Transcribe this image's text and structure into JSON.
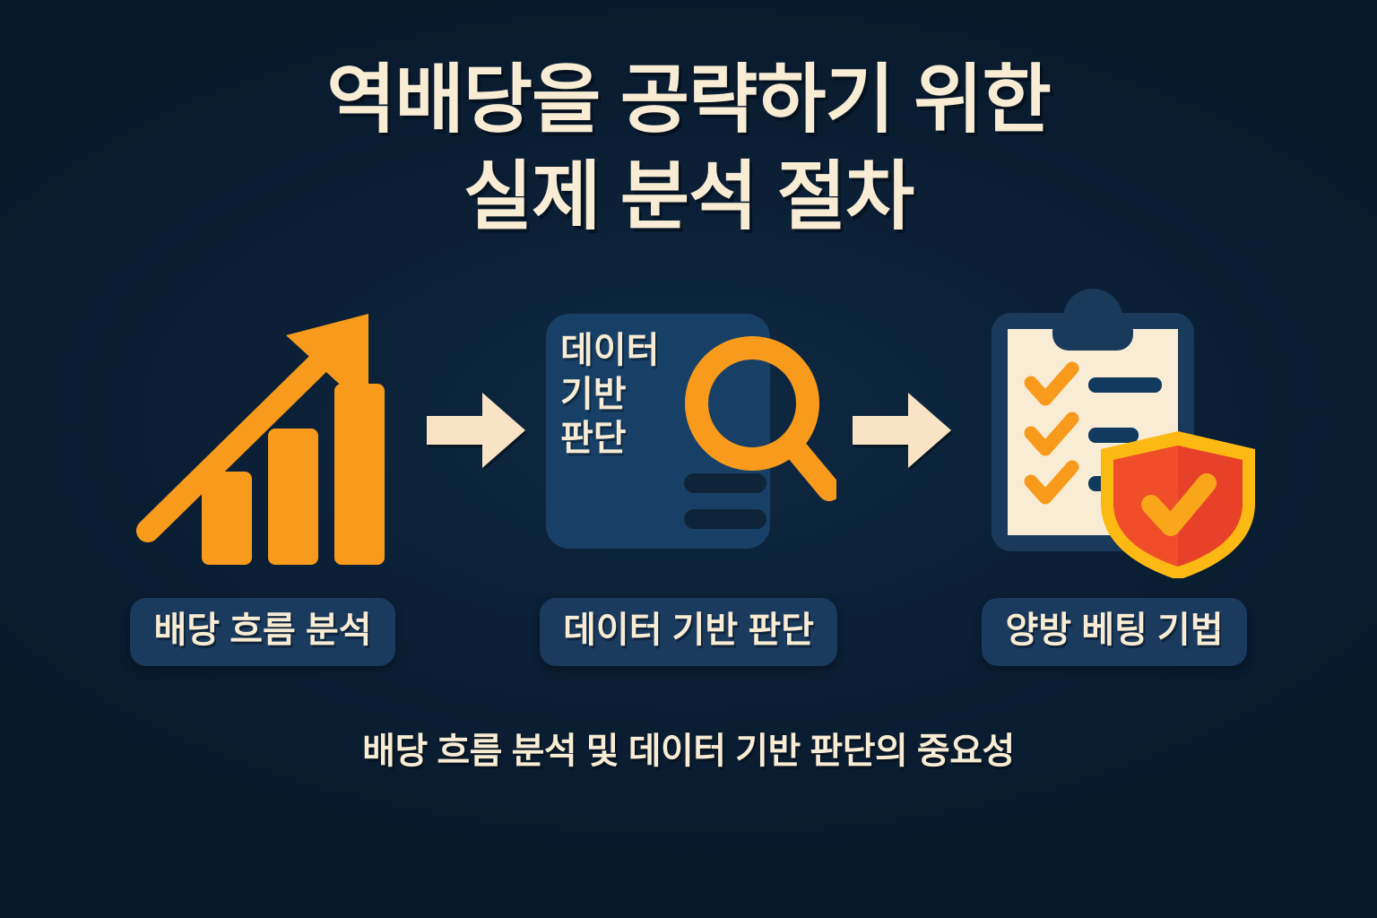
{
  "page": {
    "background_color": "#0a1c30",
    "accent_orange": "#f89b1c",
    "cream": "#f8ecd4",
    "panel_blue": "#1a3a5e",
    "shield_red": "#e8412a",
    "shield_gold": "#fdb913"
  },
  "title": {
    "line1": "역배당을 공략하기 위한",
    "line2": "실제 분석 절차"
  },
  "flow": {
    "steps": [
      {
        "icon": "bar-chart-growth-icon",
        "label": "배당 흐름 분석"
      },
      {
        "icon": "data-card-magnifier-icon",
        "label": "데이터 기반 판단",
        "card_lines": [
          "데이터",
          "기반",
          "판단"
        ]
      },
      {
        "icon": "clipboard-checklist-shield-icon",
        "label": "양방 베팅 기법"
      }
    ],
    "arrows": [
      {
        "icon": "arrow-right-icon"
      },
      {
        "icon": "arrow-right-icon"
      }
    ]
  },
  "caption": "배당 흐름 분석 및 데이터 기반 판단의 중요성"
}
